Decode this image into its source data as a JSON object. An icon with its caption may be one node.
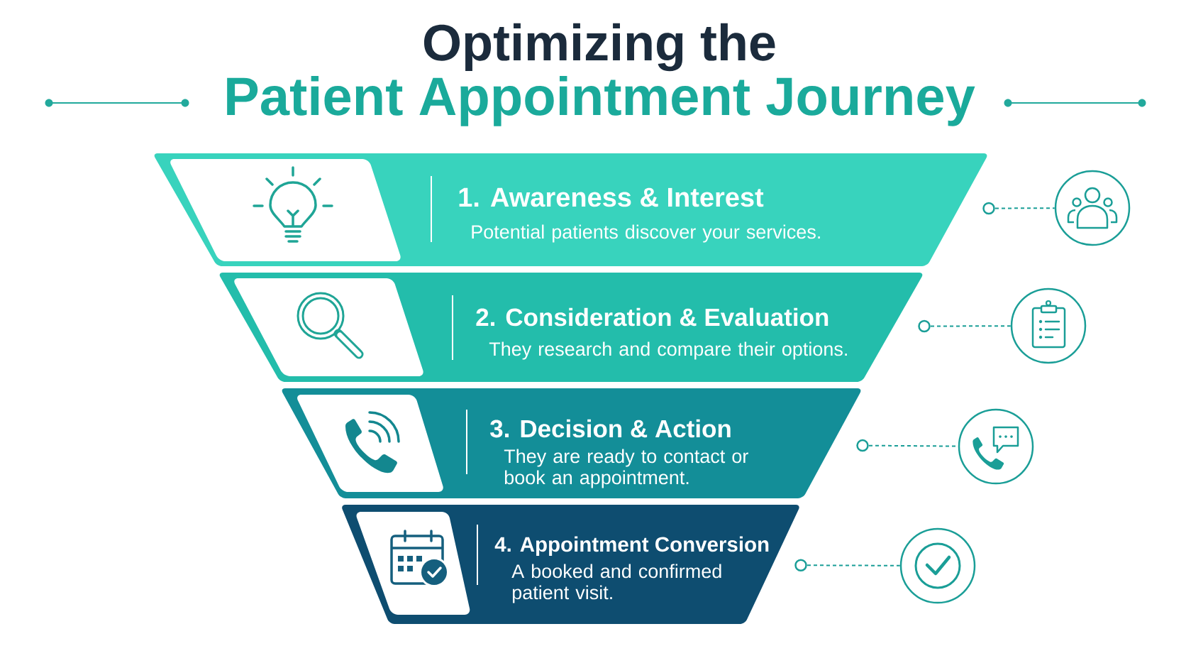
{
  "diagram": {
    "title": "Optimizing the Patient Appointment Journey",
    "nodes": [
      {
        "text": [
          "1. Awareness & Interest",
          "Potential patients discover your services."
        ]
      },
      {
        "text": [],
        "shape": "circle"
      },
      {
        "text": [
          "2. Consideration & Evaluation",
          "They research and compare their options."
        ]
      },
      {
        "text": [],
        "shape": "circle"
      },
      {
        "text": [
          "3. Decision & Action",
          "They are ready to contact or book an appointment."
        ]
      },
      {
        "text": [],
        "shape": "circle"
      },
      {
        "text": [
          "4. Appointment Conversion",
          "A booked and confirmed patient visit."
        ]
      },
      {
        "text": [],
        "shape": "circle"
      }
    ],
    "edges": [
      {
        "from": 0,
        "to": 1,
        "arrow": "other",
        "style": "dashed"
      },
      {
        "from": 2,
        "to": 3,
        "arrow": "other",
        "style": "dashed"
      },
      {
        "from": 4,
        "to": 5,
        "arrow": "other",
        "style": "dashed"
      },
      {
        "from": 6,
        "to": 7,
        "arrow": "other",
        "style": "dashed"
      }
    ]
  }
}
